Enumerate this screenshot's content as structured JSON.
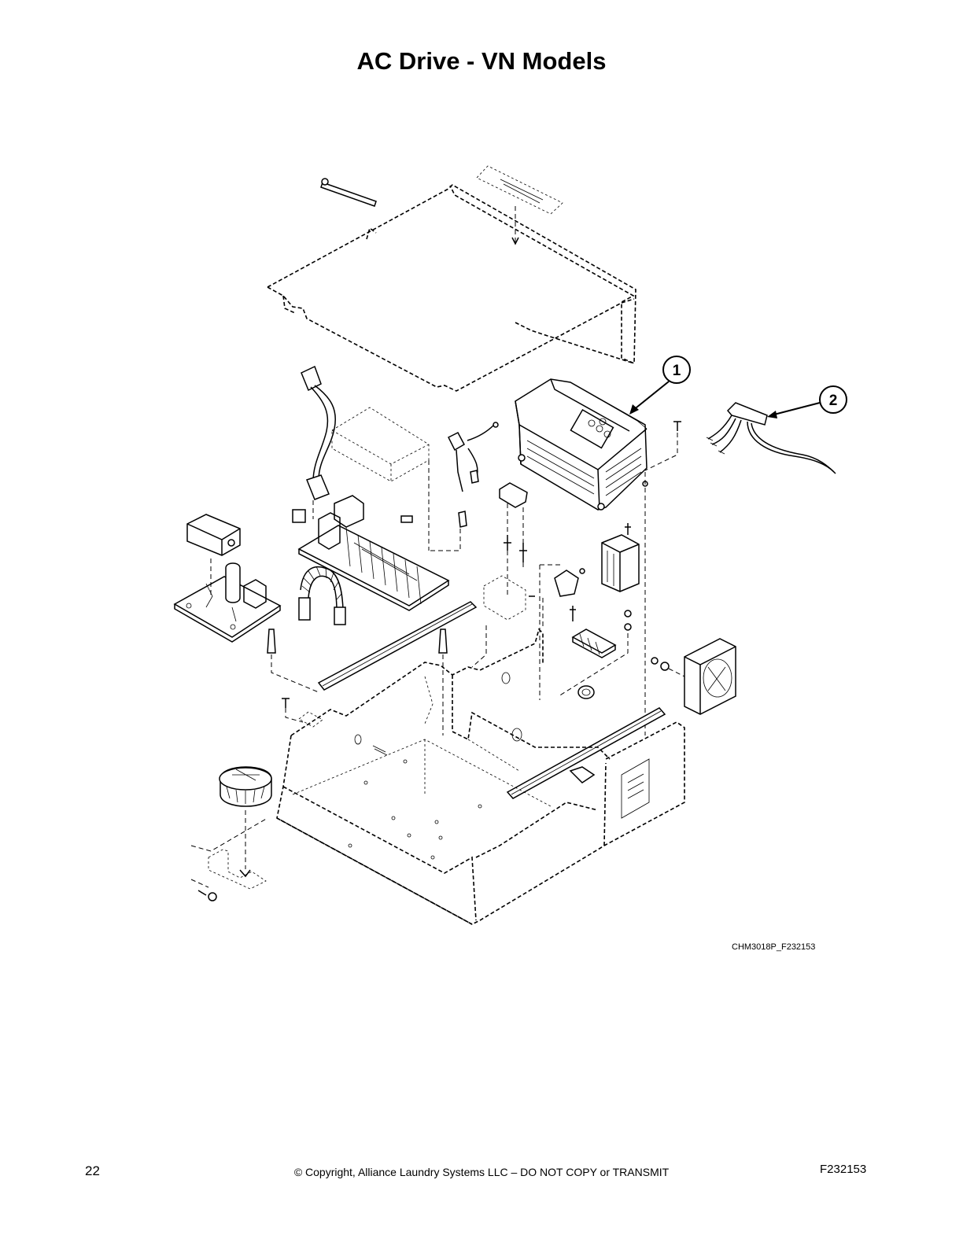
{
  "page": {
    "title": "AC Drive - VN Models",
    "figure_id": "CHM3018P_F232153",
    "page_number": "22",
    "copyright": "© Copyright, Alliance Laundry Systems LLC – DO NOT COPY or TRANSMIT",
    "doc_id": "F232153"
  },
  "callouts": [
    {
      "number": "1",
      "part": "ac-drive-unit"
    },
    {
      "number": "2",
      "part": "wire-harness"
    }
  ]
}
